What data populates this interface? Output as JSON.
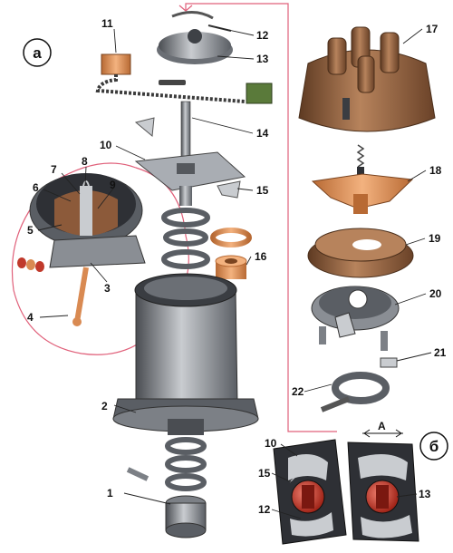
{
  "panel_labels": {
    "a": "а",
    "b": "б"
  },
  "dimension_label": "A",
  "callouts": [
    "1",
    "2",
    "3",
    "4",
    "5",
    "6",
    "7",
    "8",
    "9",
    "10",
    "11",
    "12",
    "13",
    "14",
    "15",
    "16",
    "17",
    "18",
    "19",
    "20",
    "21",
    "22"
  ],
  "detail_callouts": {
    "left": [
      "10",
      "15",
      "12"
    ],
    "right": [
      "13"
    ]
  },
  "colors": {
    "metal_dark": "#4a4d52",
    "metal_mid": "#8a8e94",
    "metal_light": "#c9ccd0",
    "cap_brown": "#8c5a3a",
    "copper": "#d98a52",
    "leader_pink": "#e0607a",
    "rotor_red": "#c0392b"
  }
}
